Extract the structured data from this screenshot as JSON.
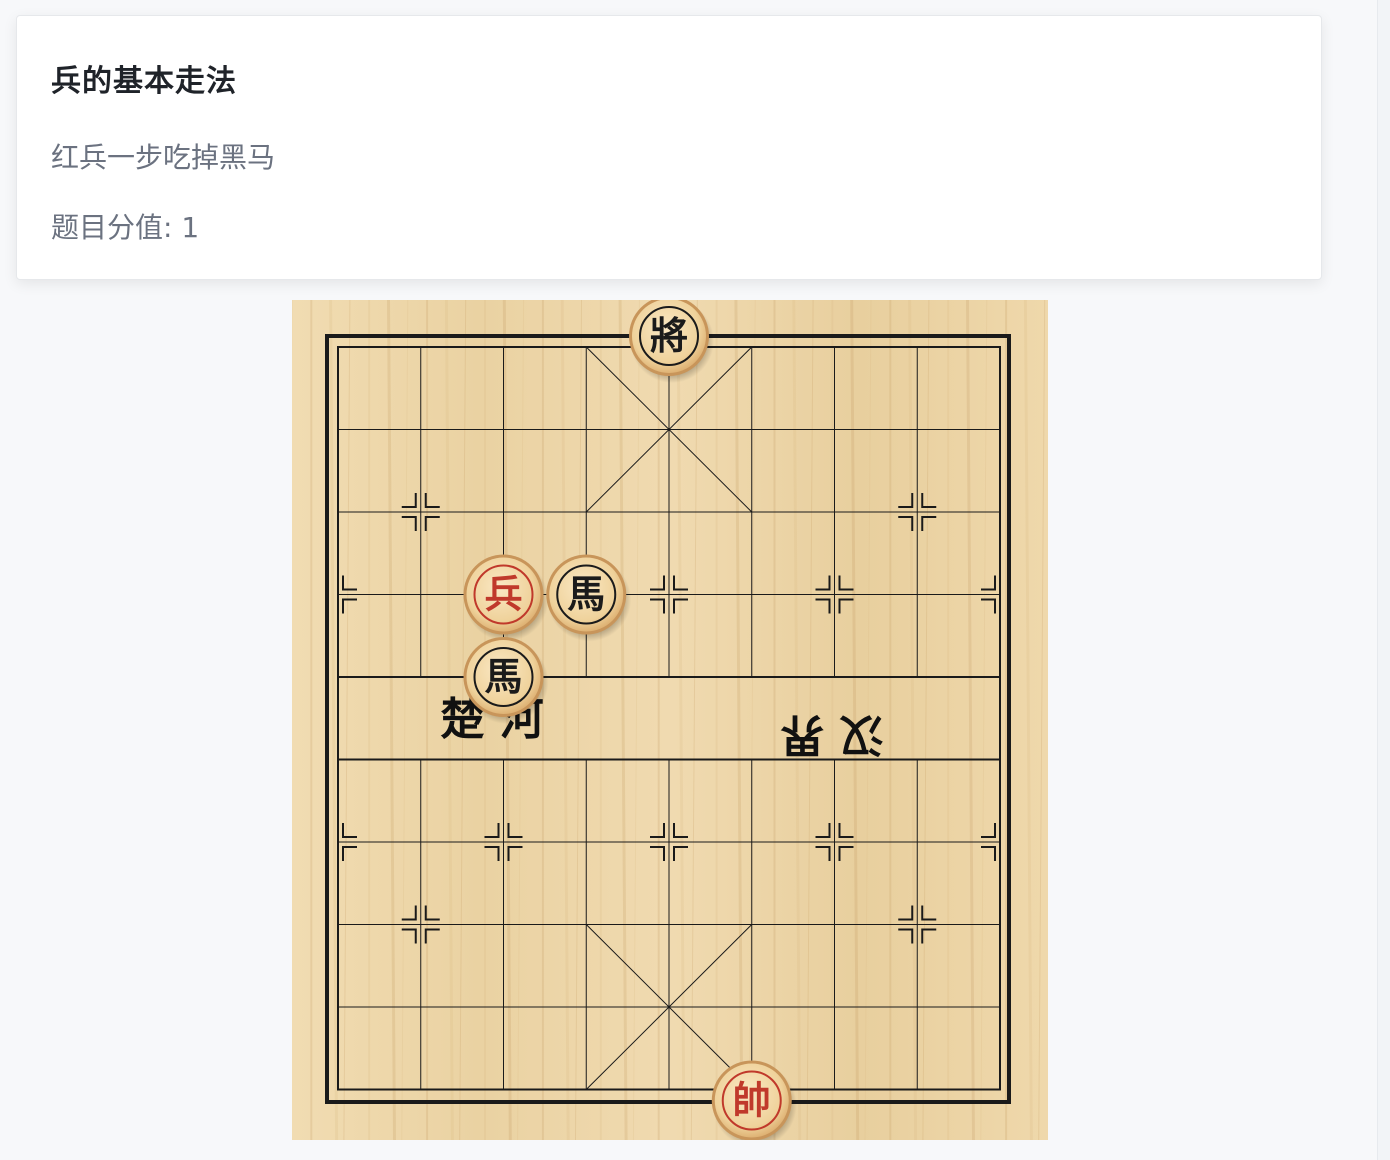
{
  "question": {
    "title": "兵的基本走法",
    "description": "红兵一步吃掉黑马",
    "score_label": "题目分值: 1"
  },
  "board": {
    "river_left": "楚 河",
    "river_right": "汉 界",
    "pieces": [
      {
        "id": "black-general",
        "label": "將",
        "side": "black",
        "col": 4,
        "row": 0
      },
      {
        "id": "red-soldier",
        "label": "兵",
        "side": "red",
        "col": 2,
        "row": 3
      },
      {
        "id": "black-horse-1",
        "label": "馬",
        "side": "black",
        "col": 3,
        "row": 3
      },
      {
        "id": "black-horse-2",
        "label": "馬",
        "side": "black",
        "col": 2,
        "row": 4
      },
      {
        "id": "red-marshal",
        "label": "帥",
        "side": "red",
        "col": 5,
        "row": 9
      }
    ]
  },
  "colors": {
    "board_wood": "#efd9ad",
    "line": "#1a1a1a",
    "red_piece_text": "#c0392b",
    "black_piece_text": "#1b1b1b",
    "piece_face": "#f3d9a6",
    "piece_rim": "#c8955a"
  }
}
